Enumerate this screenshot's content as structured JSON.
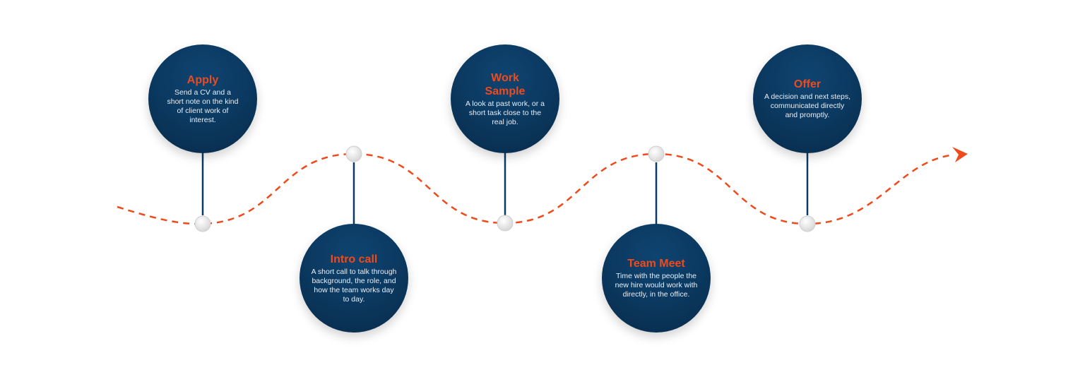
{
  "colors": {
    "navy": "#0b3a62",
    "accent": "#ef4a1c",
    "stem": "#0b3a62",
    "node": "#e6e6e6"
  },
  "steps": [
    {
      "title": "Apply",
      "description": "Send a CV and a short note on the kind of client work of interest."
    },
    {
      "title": "Intro call",
      "description": "A short call to talk through background, the role, and how the team works day to day."
    },
    {
      "title": "Work Sample",
      "description": "A look at past work, or a short task close to the real job."
    },
    {
      "title": "Team Meet",
      "description": "Time with the people the new hire would work with directly, in the office."
    },
    {
      "title": "Offer",
      "description": "A decision and next steps, communicated directly and promptly."
    }
  ]
}
